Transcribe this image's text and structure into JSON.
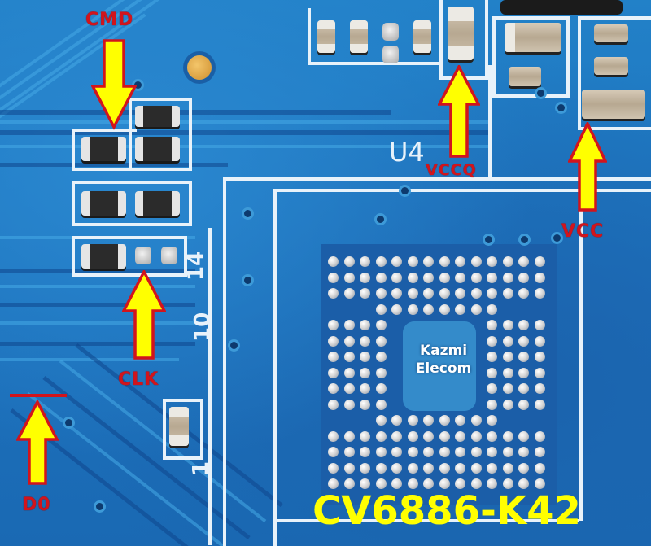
{
  "image": {
    "subject": "PCB close-up with eMMC BGA footprint and ISP test points",
    "board_model": "CV6886-K42",
    "watermark": [
      "Kazmi",
      "Elecom"
    ],
    "component_designator": "U4",
    "silkscreen_numbers": [
      "14",
      "10",
      "1"
    ]
  },
  "annotations": [
    {
      "id": "cmd",
      "label": "CMD",
      "arrow_direction": "down",
      "color": "#d2141c"
    },
    {
      "id": "clk",
      "label": "CLK",
      "arrow_direction": "up",
      "color": "#d2141c"
    },
    {
      "id": "d0",
      "label": "D0",
      "arrow_direction": "up",
      "color": "#d2141c"
    },
    {
      "id": "vccq",
      "label": "VCCQ",
      "arrow_direction": "up",
      "color": "#d2141c"
    },
    {
      "id": "vcc",
      "label": "VCC",
      "arrow_direction": "up",
      "color": "#d2141c"
    }
  ],
  "colors": {
    "board_blue": "#1f6fb8",
    "arrow_fill": "#ffff00",
    "arrow_outline": "#d2141c",
    "title_yellow": "#ffff00",
    "silkscreen": "#e8f2fa"
  }
}
